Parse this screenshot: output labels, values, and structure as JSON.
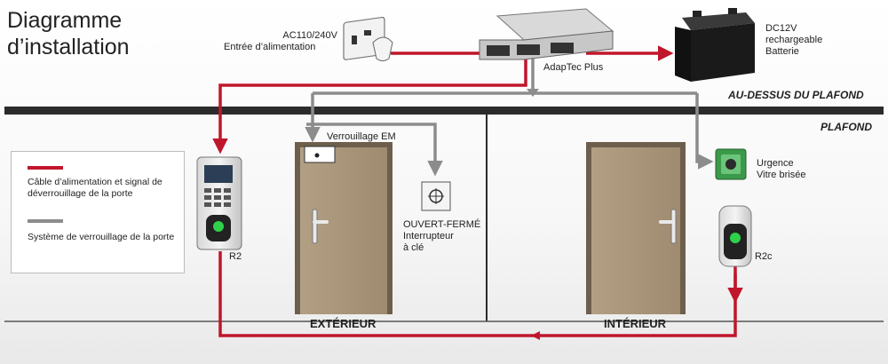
{
  "title_lines": [
    "Diagramme",
    "d’installation"
  ],
  "power": {
    "line1": "AC110/240V",
    "line2": "Entrée d’alimentation"
  },
  "adaptec": {
    "label": "AdapTec Plus"
  },
  "battery": {
    "line1": "DC12V",
    "line2": "rechargeable",
    "line3": "Batterie"
  },
  "zones": {
    "above": "AU-DESSUS DU PLAFOND",
    "ceiling": "PLAFOND"
  },
  "lock": {
    "label": "Verrouillage EM"
  },
  "switch": {
    "line1": "OUVERT-FERMÉ",
    "line2": "Interrupteur",
    "line3": "à clé"
  },
  "emergency": {
    "line1": "Urgence",
    "line2": "Vitre brisée"
  },
  "readers": {
    "r2": "R2",
    "r2c": "R2c"
  },
  "rooms": {
    "exterior": "EXTÉRIEUR",
    "interior": "INTÉRIEUR"
  },
  "legend": [
    {
      "text": "Câble d’alimentation et signal de déverrouillage de  la porte",
      "color": "#c0162c"
    },
    {
      "text": "Système de verrouillage de la porte",
      "color": "#8c8c8c"
    }
  ],
  "colors": {
    "red_cable": "#c0162c",
    "gray_cable": "#8c8c8c",
    "door": "#a8957a",
    "ceiling_bar": "#2b2b2b"
  }
}
